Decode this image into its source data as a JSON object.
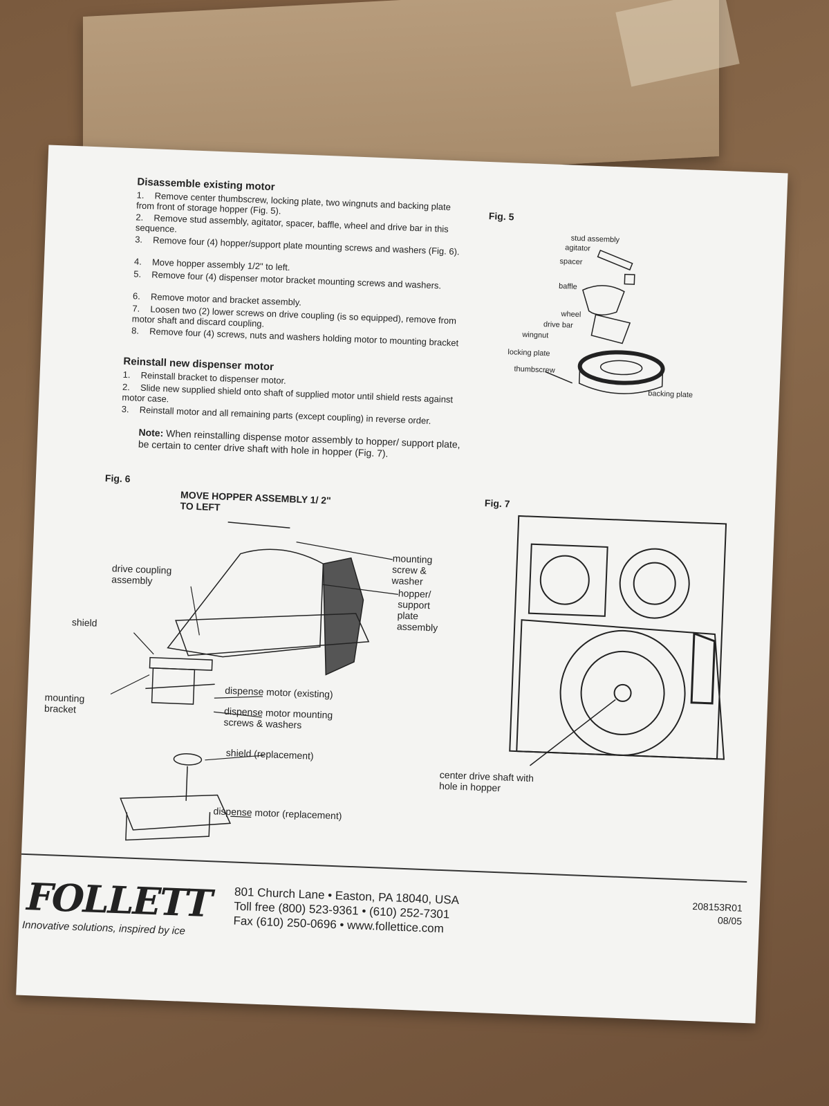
{
  "instructions": {
    "disassemble": {
      "title": "Disassemble existing motor",
      "steps": [
        {
          "num": "1.",
          "text": "Remove center thumbscrew, locking plate, two wingnuts and backing plate from front of storage hopper (Fig. 5)."
        },
        {
          "num": "2.",
          "text": "Remove stud assembly, agitator, spacer, baffle, wheel and drive bar in this sequence."
        },
        {
          "num": "3.",
          "text": "Remove four (4) hopper/support plate mounting screws and washers (Fig. 6)."
        },
        {
          "num": "4.",
          "text": "Move hopper assembly 1/2\" to left."
        },
        {
          "num": "5.",
          "text": "Remove four (4) dispenser motor bracket mounting screws and washers."
        },
        {
          "num": "6.",
          "text": "Remove motor and bracket assembly."
        },
        {
          "num": "7.",
          "text": "Loosen two (2) lower screws on drive coupling (is so equipped), remove from motor shaft and discard coupling."
        },
        {
          "num": "8.",
          "text": "Remove four (4) screws, nuts and washers holding motor to mounting bracket"
        }
      ]
    },
    "reinstall": {
      "title": "Reinstall new dispenser motor",
      "steps": [
        {
          "num": "1.",
          "text": "Reinstall bracket to dispenser motor."
        },
        {
          "num": "2.",
          "text": "Slide new supplied shield onto shaft of supplied motor until shield rests against motor case."
        },
        {
          "num": "3.",
          "text": "Reinstall motor and all remaining parts (except coupling) in reverse order."
        }
      ],
      "note_label": "Note:",
      "note_text": " When reinstalling dispense motor assembly to hopper/ support plate, be certain to center drive shaft with hole in hopper (Fig. 7)."
    }
  },
  "fig5": {
    "label": "Fig. 5",
    "callouts": [
      "stud assembly",
      "agitator",
      "spacer",
      "baffle",
      "wheel",
      "drive bar",
      "wingnut",
      "locking plate",
      "thumbscrew",
      "backing plate"
    ]
  },
  "fig6": {
    "label": "Fig. 6",
    "heading": "MOVE HOPPER ASSEMBLY 1/ 2\" TO LEFT",
    "callouts": {
      "mounting_screw": "mounting screw & washer",
      "hopper_plate": "hopper/ support plate assembly",
      "drive_coupling": "drive coupling assembly",
      "shield": "shield",
      "mounting_bracket": "mounting bracket",
      "motor_existing": "dispense motor (existing)",
      "motor_screws": "dispense motor mounting screws & washers",
      "shield_replacement": "shield (replacement)",
      "motor_replacement": "dispense motor (replacement)"
    }
  },
  "fig7": {
    "label": "Fig. 7",
    "callout": "center drive shaft with hole in hopper"
  },
  "footer": {
    "logo": "FOLLETT",
    "tagline": "Innovative solutions, inspired by ice",
    "address_line1": "801 Church Lane • Easton, PA 18040, USA",
    "address_line2": "Toll free (800) 523-9361 • (610) 252-7301",
    "address_line3": "Fax (610) 250-0696 • www.follettice.com",
    "doc_number": "208153R01",
    "doc_date": "08/05"
  }
}
